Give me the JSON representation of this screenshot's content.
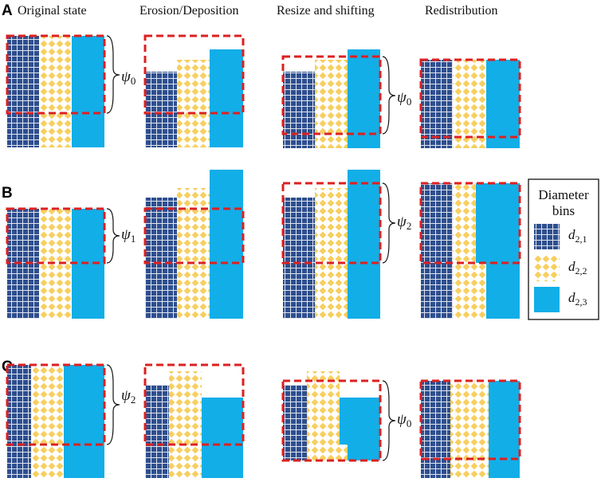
{
  "headers": [
    "Original state",
    "Erosion/Deposition",
    "Resize and shifting",
    "Redistribution"
  ],
  "rows": [
    "A",
    "B",
    "C"
  ],
  "psi_labels": {
    "A1": {
      "sym": "ψ",
      "sub": "0"
    },
    "A3": {
      "sym": "ψ",
      "sub": "0"
    },
    "B1": {
      "sym": "ψ",
      "sub": "1"
    },
    "B3": {
      "sym": "ψ",
      "sub": "2"
    },
    "C1": {
      "sym": "ψ",
      "sub": "2"
    },
    "C3": {
      "sym": "ψ",
      "sub": "0"
    }
  },
  "legend": {
    "title_line1": "Diameter",
    "title_line2": "bins",
    "items": [
      {
        "sym": "d",
        "sub": "2,1"
      },
      {
        "sym": "d",
        "sub": "2,2"
      },
      {
        "sym": "d",
        "sub": "2,3"
      }
    ]
  },
  "colors": {
    "bin1": "#2e4f8f",
    "bin2": "#f7cf5f",
    "bin3": "#12aee8",
    "box": "#dd2020"
  }
}
